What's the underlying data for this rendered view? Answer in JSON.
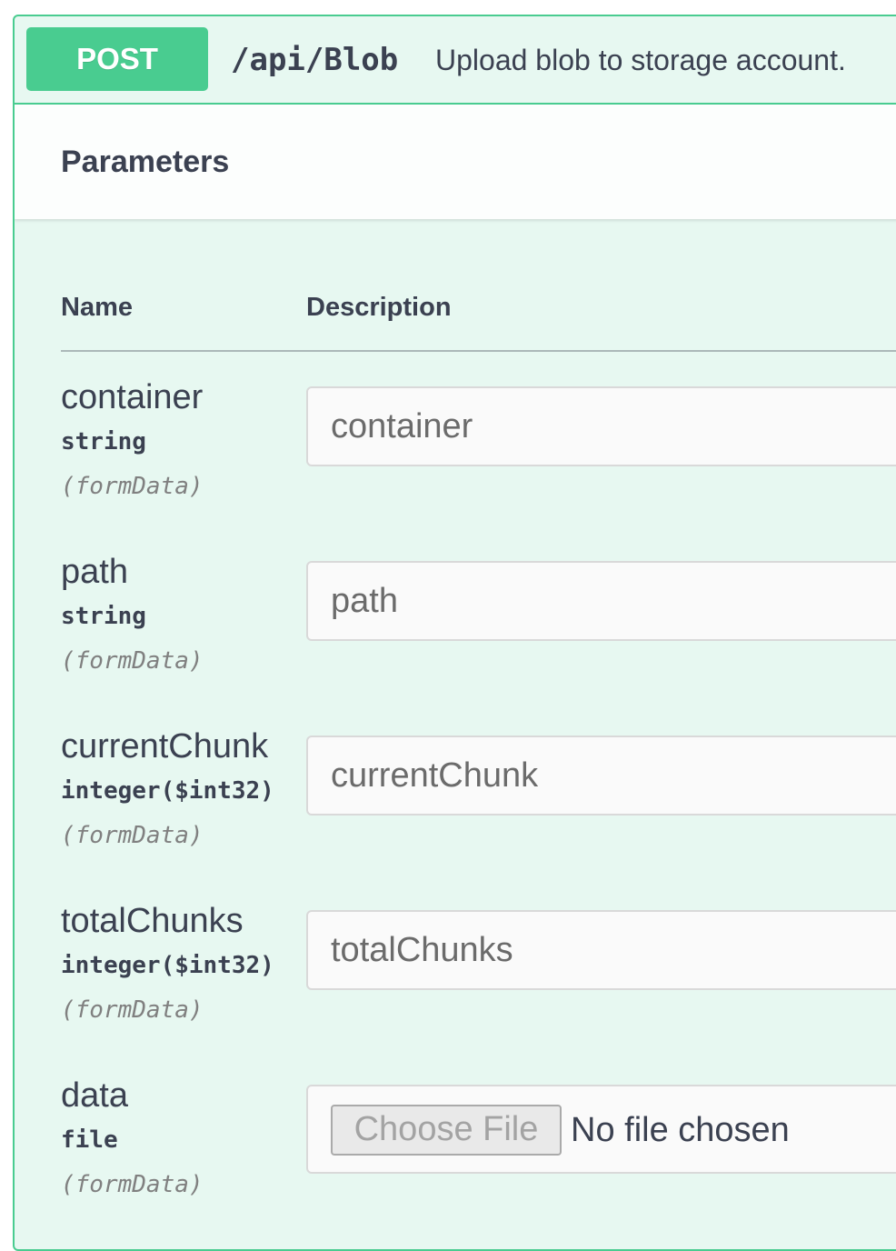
{
  "operation": {
    "method": "POST",
    "path": "/api/Blob",
    "summary": "Upload blob to storage account."
  },
  "section": {
    "title": "Parameters"
  },
  "table": {
    "headers": [
      "Name",
      "Description"
    ]
  },
  "params": [
    {
      "name": "container",
      "type": "string",
      "in": "(formData)",
      "placeholder": "container"
    },
    {
      "name": "path",
      "type": "string",
      "in": "(formData)",
      "placeholder": "path"
    },
    {
      "name": "currentChunk",
      "type": "integer($int32)",
      "in": "(formData)",
      "placeholder": "currentChunk"
    },
    {
      "name": "totalChunks",
      "type": "integer($int32)",
      "in": "(formData)",
      "placeholder": "totalChunks"
    },
    {
      "name": "data",
      "type": "file",
      "in": "(formData)",
      "file_button": "Choose File",
      "file_status": "No file chosen"
    }
  ],
  "colors": {
    "post_accent": "#49cc90",
    "text": "#3b4151"
  }
}
